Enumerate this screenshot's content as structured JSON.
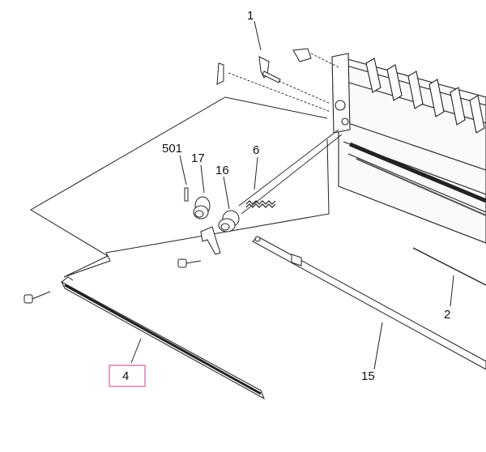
{
  "labels": {
    "part_1": "1",
    "part_501": "501",
    "part_17": "17",
    "part_16": "16",
    "part_6": "6",
    "part_2": "2",
    "part_15": "15",
    "part_4": "4"
  },
  "highlight": {
    "part": "4",
    "color": "#e2a1c4"
  }
}
